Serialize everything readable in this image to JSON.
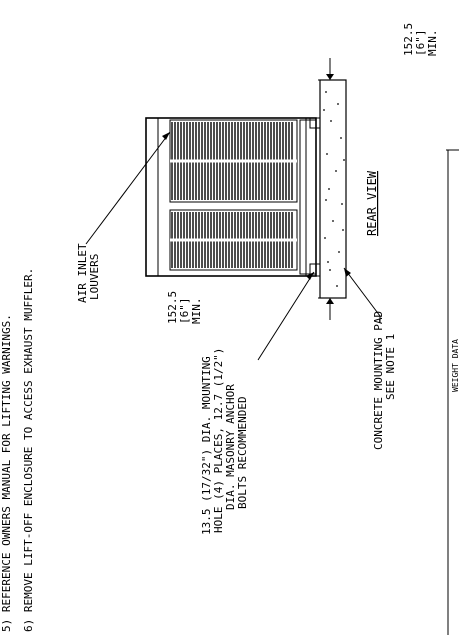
{
  "notes": {
    "note5": "5)  REFERENCE OWNERS MANUAL FOR LIFTING WARNINGS.",
    "note6": "6)  REMOVE LIFT-OFF ENCLOSURE TO ACCESS EXHAUST MUFFLER."
  },
  "dimensions": {
    "top_value": "152.5",
    "top_inch": "[6\"]",
    "top_min": "MIN.",
    "bottom_value": "152.5",
    "bottom_inch": "[6\"]",
    "bottom_min": "MIN."
  },
  "labels": {
    "air_inlet_1": "AIR INLET",
    "air_inlet_2": "LOUVERS",
    "rear_view": "REAR VIEW",
    "pad_1": "CONCRETE MOUNTING PAD",
    "pad_2": "SEE NOTE 1",
    "hole_1": "13.5 (17/32\") DIA. MOUNTING",
    "hole_2": "HOLE (4) PLACES, 12.7 (1/2\")",
    "hole_3": "DIA. MASONRY ANCHOR",
    "hole_4": "BOLTS RECOMMENDED",
    "weight_data": "WEIGHT DATA"
  }
}
